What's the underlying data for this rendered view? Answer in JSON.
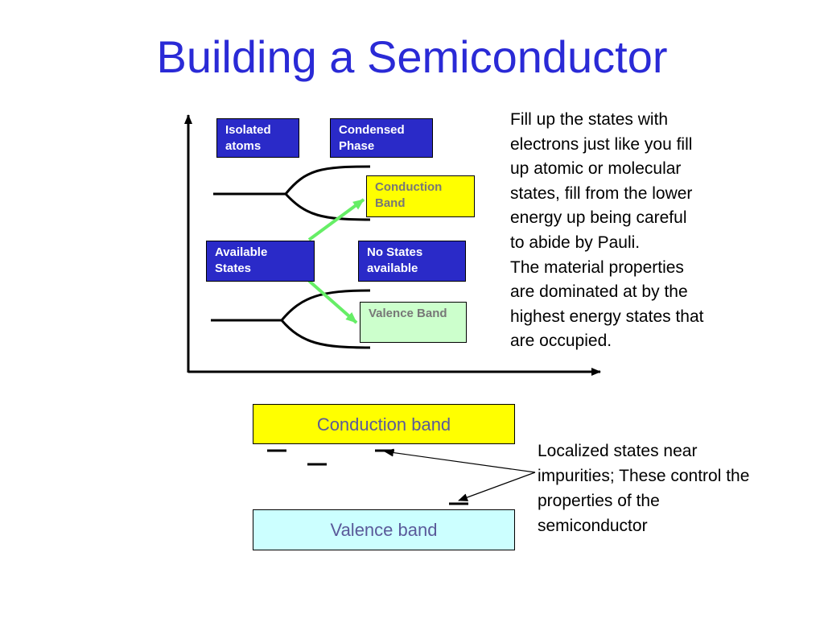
{
  "slide": {
    "title": "Building a Semiconductor"
  },
  "diagram": {
    "isolated_atoms": "Isolated atoms",
    "condensed_phase": "Condensed Phase",
    "conduction_band_small": "Conduction Band",
    "available_states": "Available States",
    "no_states": "No States available",
    "valence_band_small": "Valence Band"
  },
  "explanation": {
    "lines": [
      "Fill up the states with",
      "electrons just like you fill",
      "up atomic or molecular",
      "states, fill from the lower",
      "energy up being careful",
      "to abide by Pauli.",
      "The material properties",
      "are dominated at by the",
      "highest energy states that",
      "are occupied."
    ]
  },
  "band_diagram": {
    "conduction_band": "Conduction band",
    "valence_band": "Valence band",
    "note": "Localized states near impurities; These control the properties of the semiconductor"
  },
  "colors": {
    "title": "#2a2ad6",
    "dark_box": "#2a2ac8",
    "conduction_yellow": "#ffff00",
    "valence_green": "#ccffcc",
    "arrow_green": "#66ee66"
  }
}
